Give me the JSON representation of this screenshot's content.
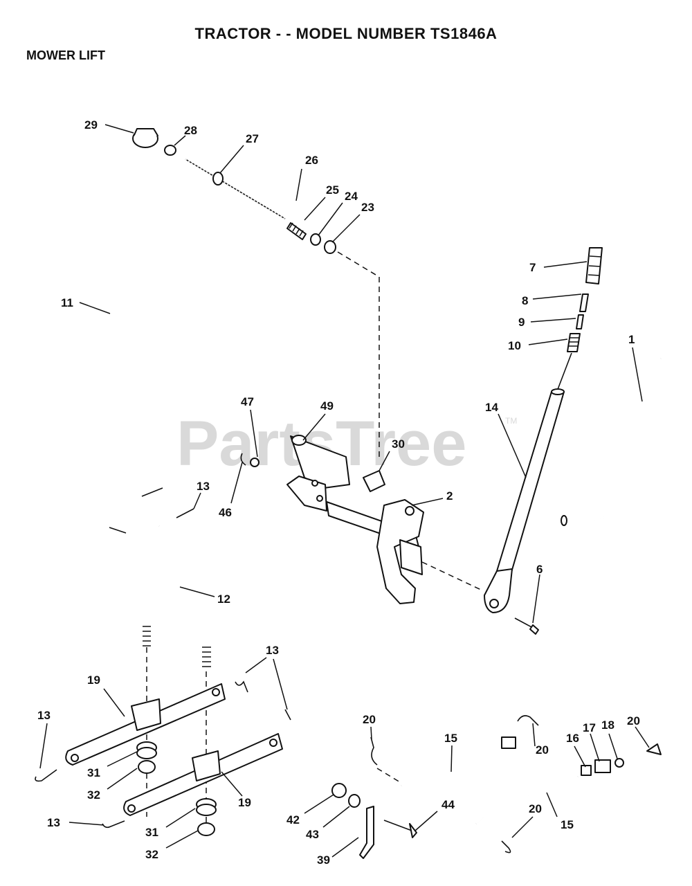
{
  "title": "TRACTOR - - MODEL NUMBER TS1846A",
  "subtitle": "MOWER LIFT",
  "watermark": {
    "text": "PartsTree",
    "tm": "TM"
  },
  "callouts": [
    "29",
    "28",
    "27",
    "26",
    "25",
    "24",
    "23",
    "7",
    "8",
    "9",
    "10",
    "1",
    "14",
    "47",
    "49",
    "30",
    "46",
    "2",
    "13",
    "11",
    "12",
    "6",
    "13",
    "19",
    "13",
    "31",
    "32",
    "19",
    "13",
    "31",
    "32",
    "20",
    "15",
    "20",
    "16",
    "17",
    "18",
    "20",
    "42",
    "43",
    "44",
    "39",
    "20",
    "15"
  ]
}
